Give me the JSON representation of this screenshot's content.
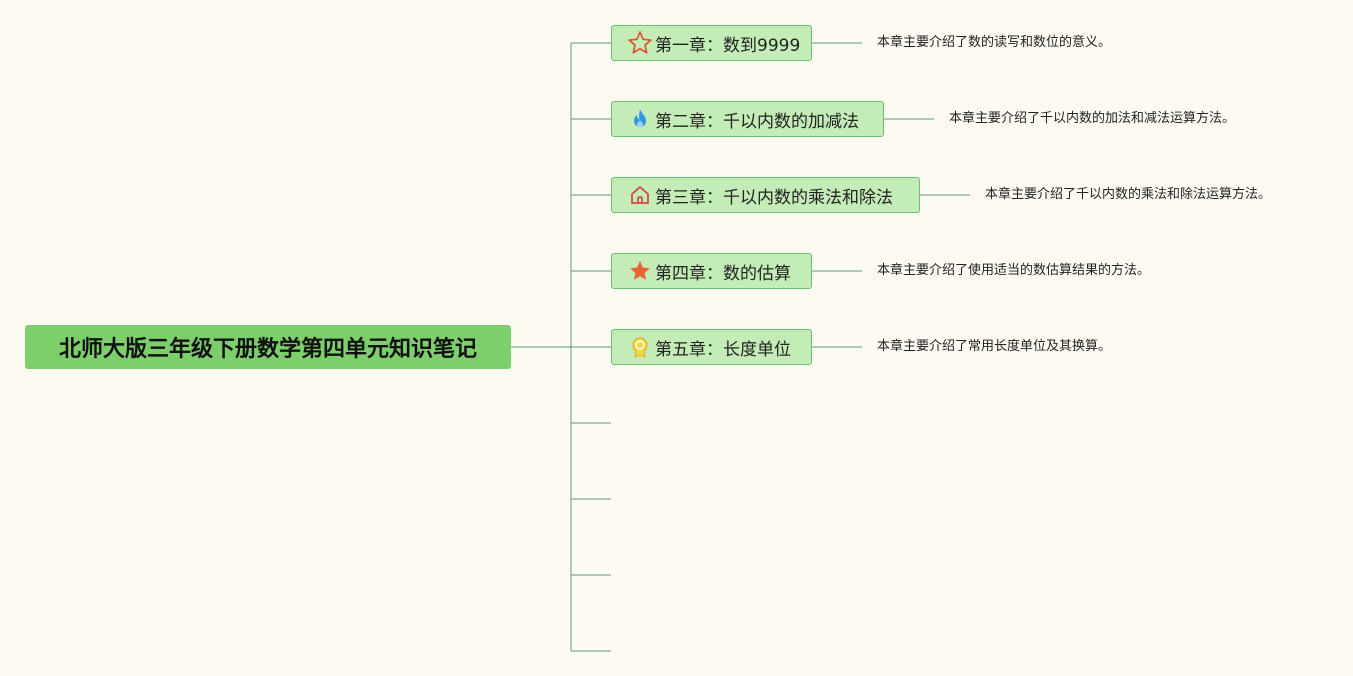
{
  "mindmap": {
    "root_title": "北师大版三年级下册数学第四单元知识笔记",
    "chapters": [
      {
        "icon": "star-outline-icon",
        "title": "第一章：数到9999",
        "description": "本章主要介绍了数的读写和数位的意义。"
      },
      {
        "icon": "flame-icon",
        "title": "第二章：千以内数的加减法",
        "description": "本章主要介绍了千以内数的加法和减法运算方法。"
      },
      {
        "icon": "home-icon",
        "title": "第三章：千以内数的乘法和除法",
        "description": "本章主要介绍了千以内数的乘法和除法运算方法。"
      },
      {
        "icon": "star-filled-icon",
        "title": "第四章：数的估算",
        "description": "本章主要介绍了使用适当的数估算结果的方法。"
      },
      {
        "icon": "medal-icon",
        "title": "第五章：长度单位",
        "description": "本章主要介绍了常用长度单位及其换算。"
      }
    ],
    "colors": {
      "background": "#fdfbf1",
      "root_fill": "#7ccf6b",
      "chapter_fill": "#c3ecb6",
      "chapter_border": "#6bbf74",
      "connector": "#5f9a83"
    }
  }
}
